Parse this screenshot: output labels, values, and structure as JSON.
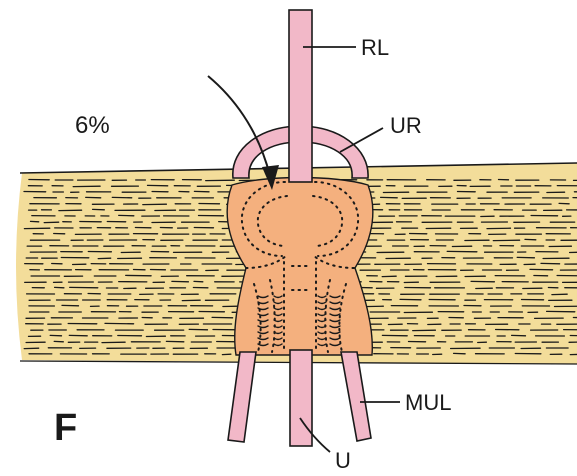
{
  "diagram": {
    "percentage": "6%",
    "panel_letter": "F",
    "labels": {
      "rl": "RL",
      "ur": "UR",
      "mul": "MUL",
      "u": "U"
    },
    "colors": {
      "ligament": "#f3dd9a",
      "fascicle": "#f4b07e",
      "vessel": "#f2b8c8",
      "outline": "#1a1a1a"
    }
  }
}
